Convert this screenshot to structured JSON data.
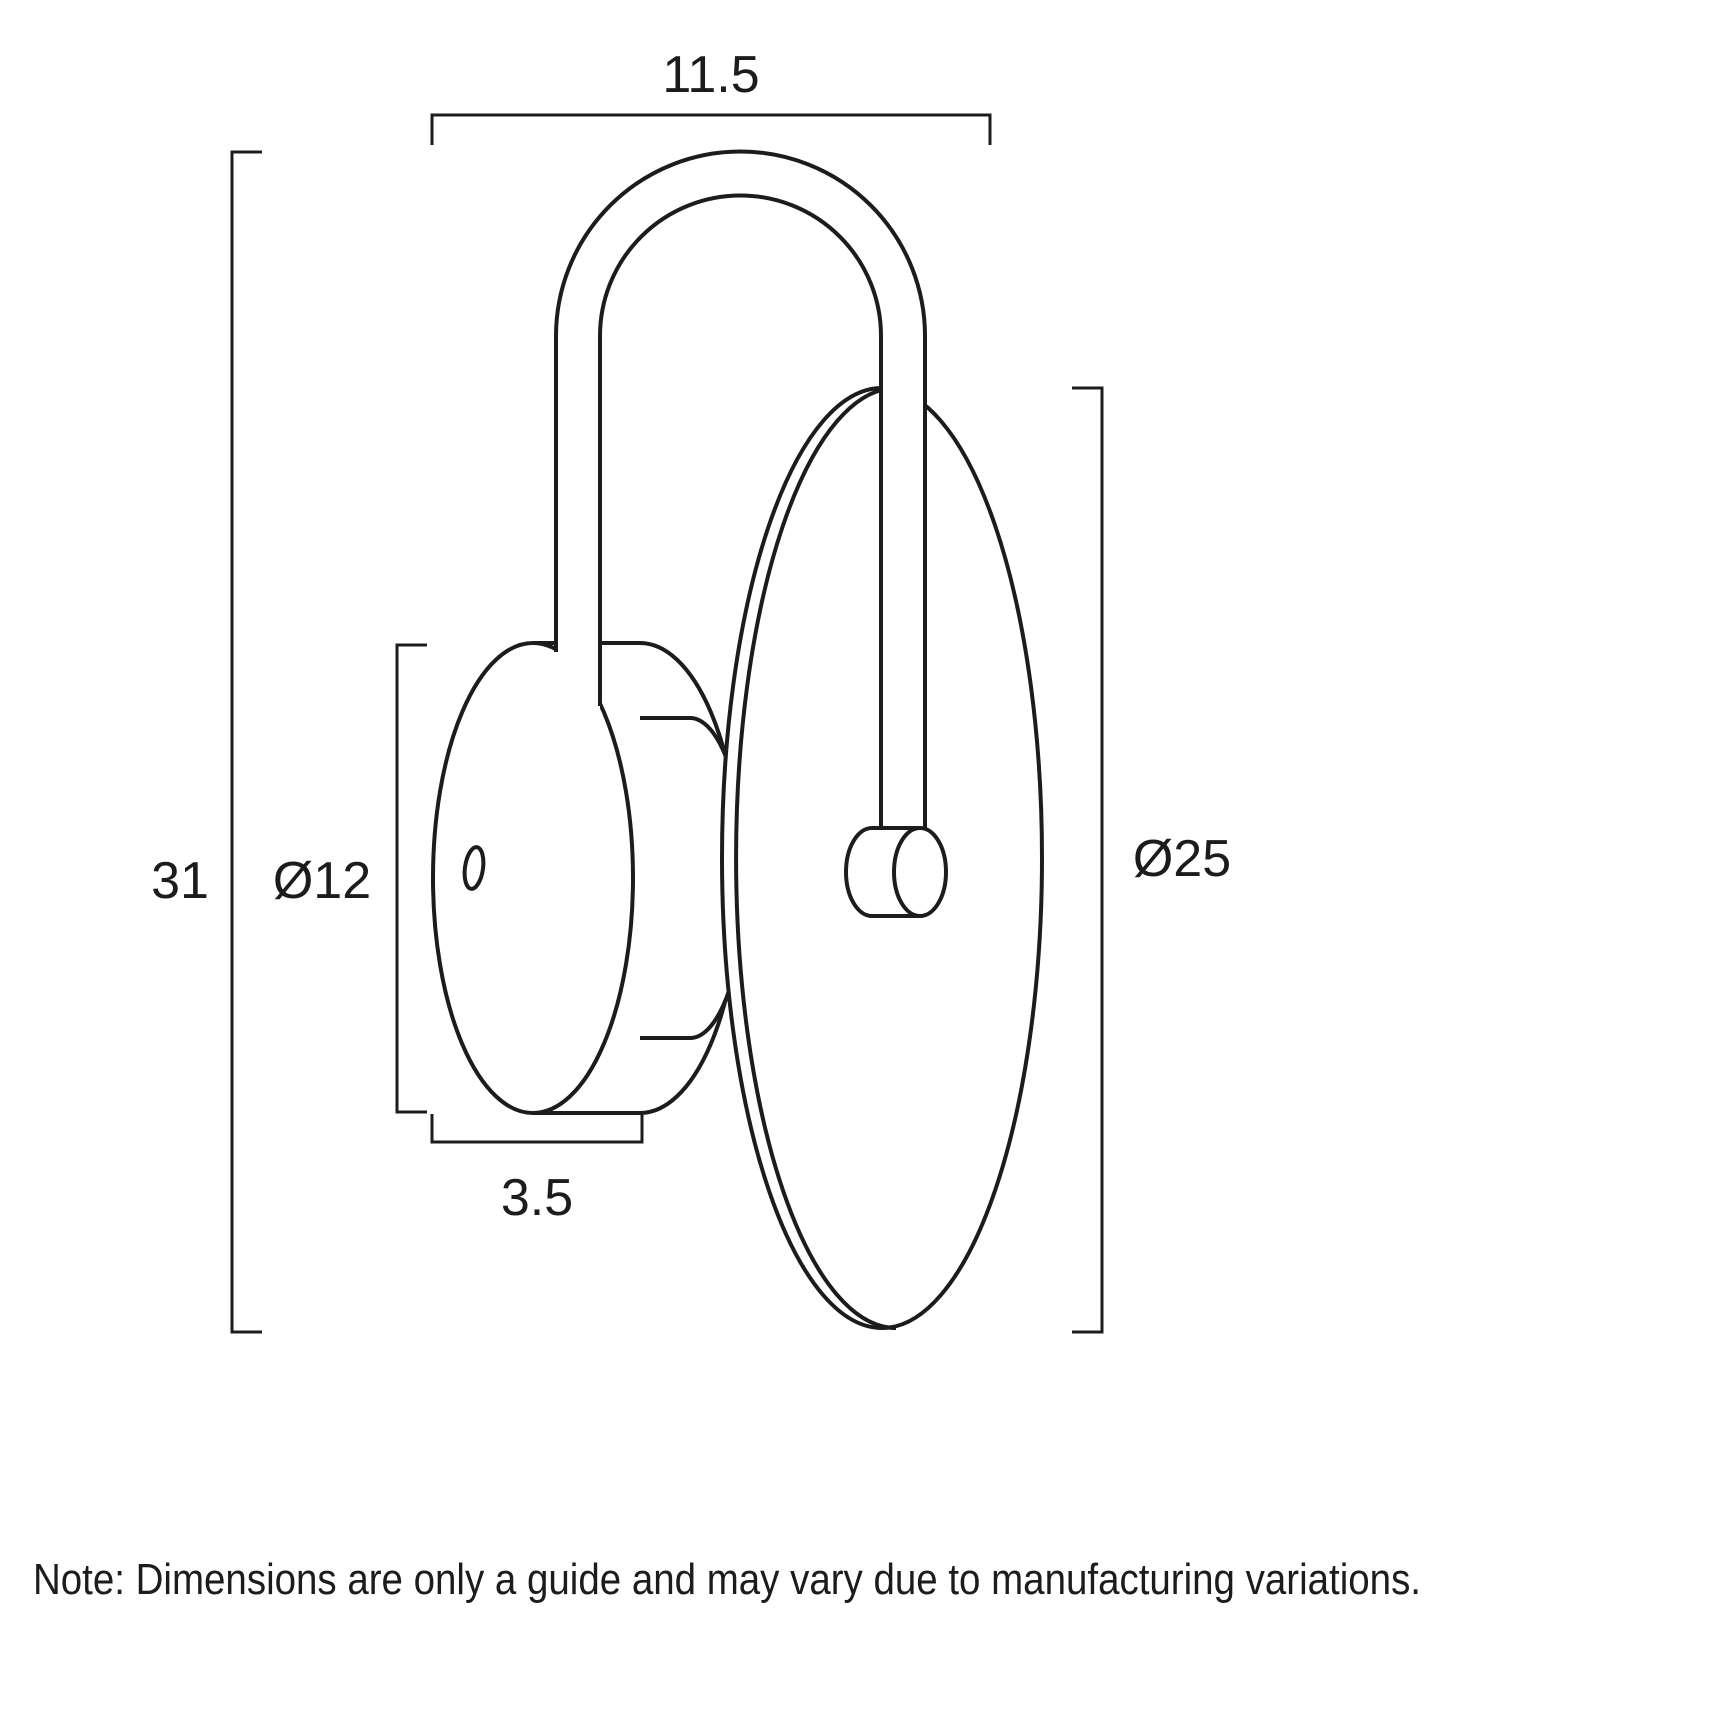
{
  "diagram": {
    "labels": {
      "width": "11.5",
      "overall_height": "31",
      "canopy_diameter": "Ø12",
      "canopy_depth": "3.5",
      "shade_diameter": "Ø25"
    },
    "note": "Note: Dimensions are only a guide and may vary due to manufacturing variations."
  },
  "colors": {
    "line": "#1c1c1c",
    "background": "#ffffff",
    "text": "#1c1c1c"
  }
}
